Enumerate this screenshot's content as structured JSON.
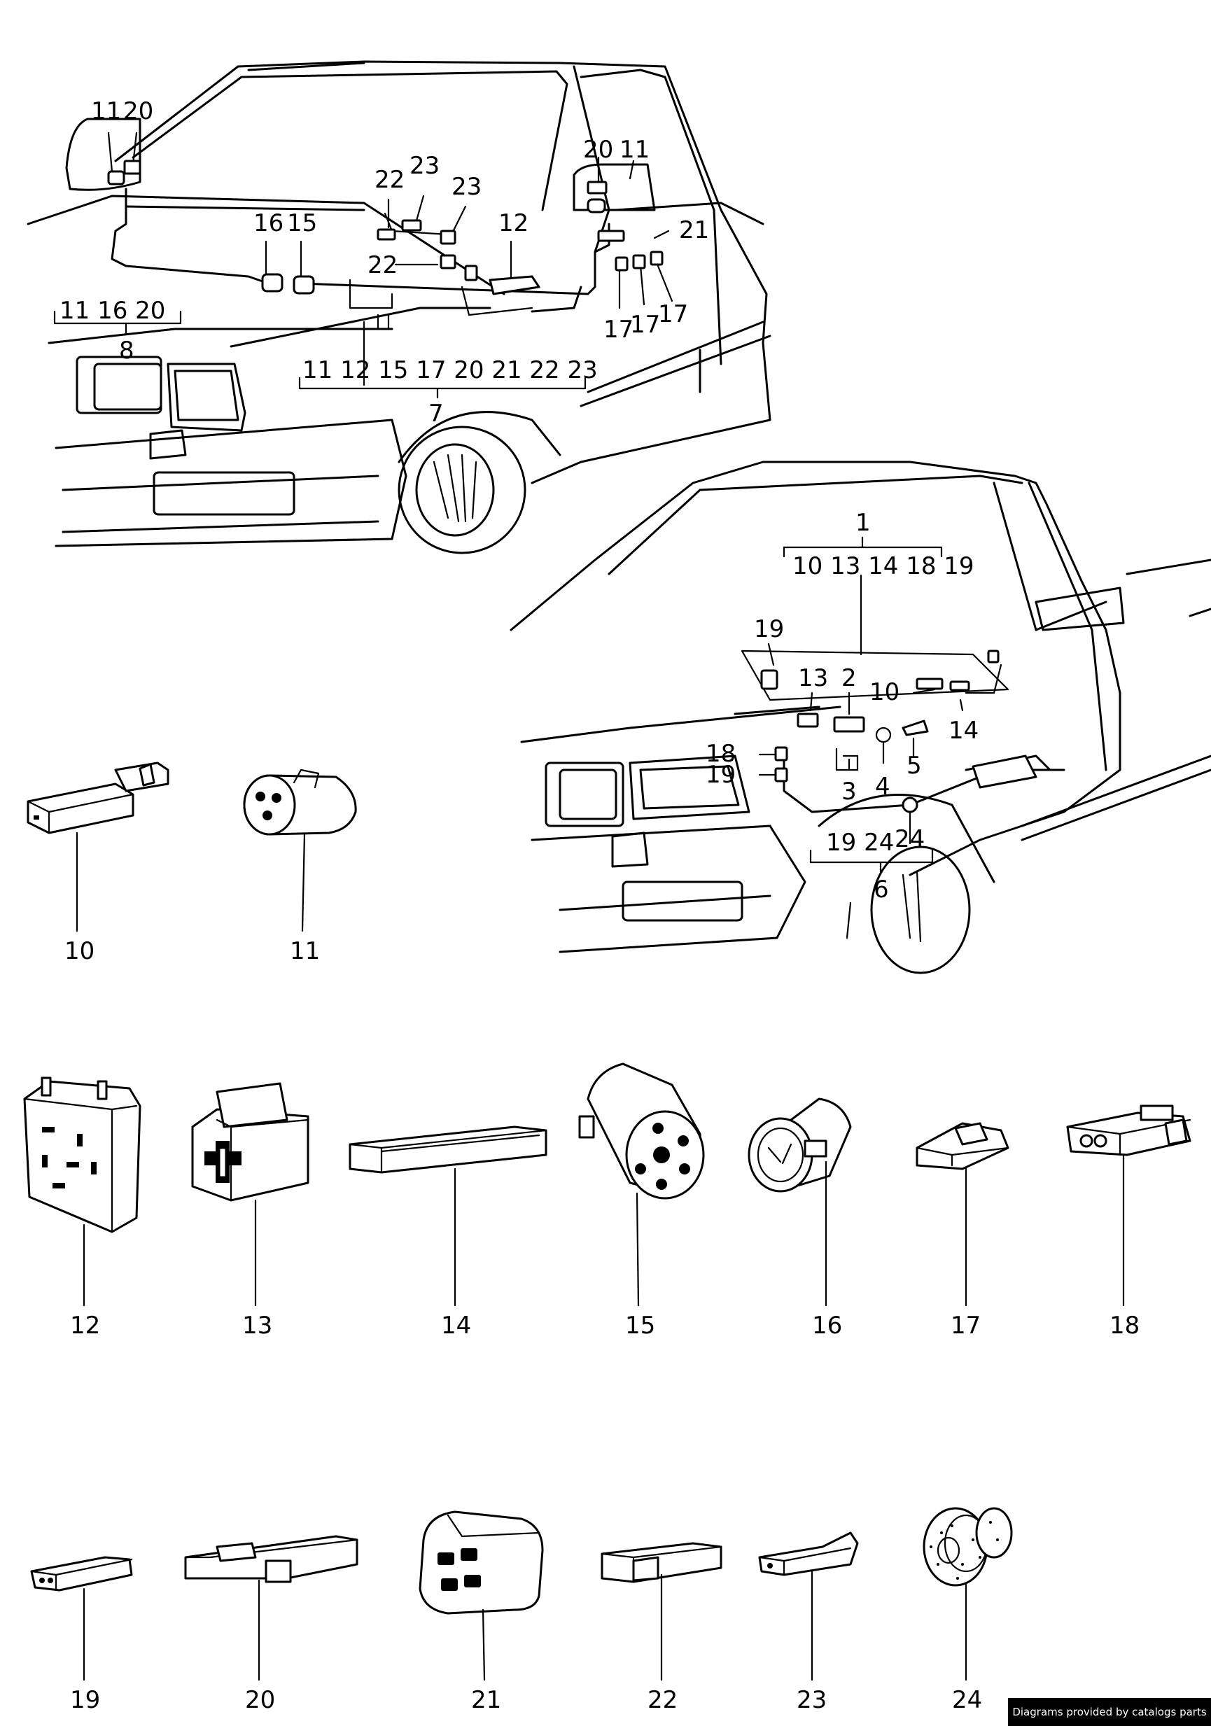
{
  "upper_car": {
    "callouts": [
      "11",
      "20",
      "22",
      "23",
      "23",
      "16",
      "15",
      "12",
      "22",
      "20",
      "11",
      "21",
      "17",
      "17",
      "17"
    ],
    "group8": {
      "number": "8",
      "items": "11 16 20"
    },
    "group7": {
      "number": "7",
      "items": "11 12 15 17 20 21 22 23"
    }
  },
  "lower_car": {
    "group1": {
      "number": "1",
      "items": "10 13 14 18 19"
    },
    "callouts": [
      "19",
      "13",
      "2",
      "10",
      "14",
      "18",
      "19",
      "3",
      "4",
      "5",
      "24"
    ],
    "group6": {
      "number": "6",
      "items": "19 24"
    }
  },
  "parts": [
    {
      "number": "10",
      "icon": "flat-connector-housing-icon"
    },
    {
      "number": "11",
      "icon": "round-connector-housing-icon"
    },
    {
      "number": "12",
      "icon": "relay-socket-icon"
    },
    {
      "number": "13",
      "icon": "relay-plate-icon"
    },
    {
      "number": "14",
      "icon": "cable-channel-icon"
    },
    {
      "number": "15",
      "icon": "round-socket-6pin-icon"
    },
    {
      "number": "16",
      "icon": "round-connector-cap-icon"
    },
    {
      "number": "17",
      "icon": "single-terminal-housing-icon"
    },
    {
      "number": "18",
      "icon": "two-pin-connector-icon"
    },
    {
      "number": "19",
      "icon": "small-two-pin-housing-icon"
    },
    {
      "number": "20",
      "icon": "flat-two-pin-housing-icon"
    },
    {
      "number": "21",
      "icon": "four-pin-connector-icon"
    },
    {
      "number": "22",
      "icon": "square-single-housing-icon"
    },
    {
      "number": "23",
      "icon": "flat-single-housing-icon"
    },
    {
      "number": "24",
      "icon": "rubber-grommet-icon"
    }
  ],
  "credit": "Diagrams provided by catalogs parts"
}
